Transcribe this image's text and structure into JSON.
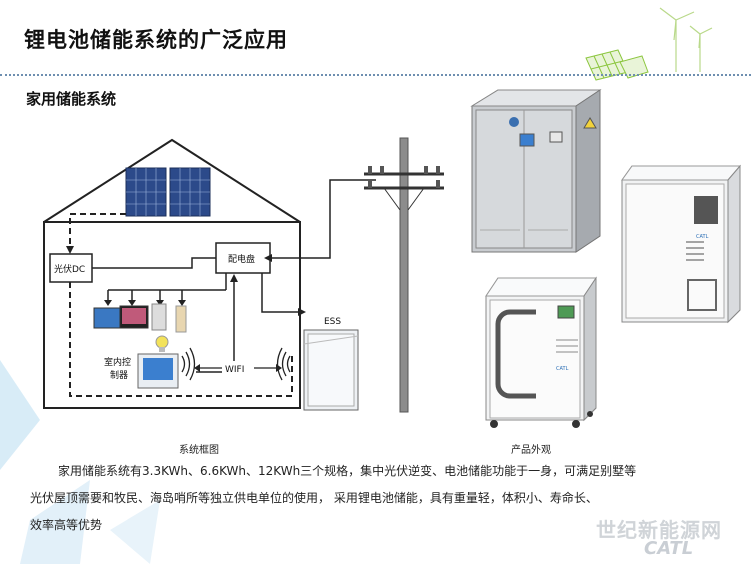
{
  "header": {
    "title": "锂电池储能系统的广泛应用"
  },
  "section": {
    "subtitle": "家用储能系统"
  },
  "diagram": {
    "pv_dc_label": "光伏DC",
    "distribution_label": "配电盘",
    "ess_label": "ESS",
    "controller_label_line1": "室内控",
    "controller_label_line2": "制器",
    "wifi_label": "WIFI",
    "caption": "系统框图"
  },
  "product": {
    "caption": "产品外观"
  },
  "description": {
    "line1": "家用储能系统有3.3KWh、6.6KWh、12KWh三个规格，集中光伏逆变、电池储能功能于一身，可满足别墅等",
    "line2": "光伏屋顶需要和牧民、海岛哨所等独立供电单位的使用， 采用锂电池储能，具有重量轻，体积小、寿命长、",
    "line3": "效率高等优势"
  },
  "watermark": {
    "site": "世纪新能源网",
    "logo": "CATL"
  },
  "colors": {
    "accent_green": "#8cc63f",
    "panel_blue": "#2c4a8a",
    "dotline": "#6e8fb0"
  }
}
